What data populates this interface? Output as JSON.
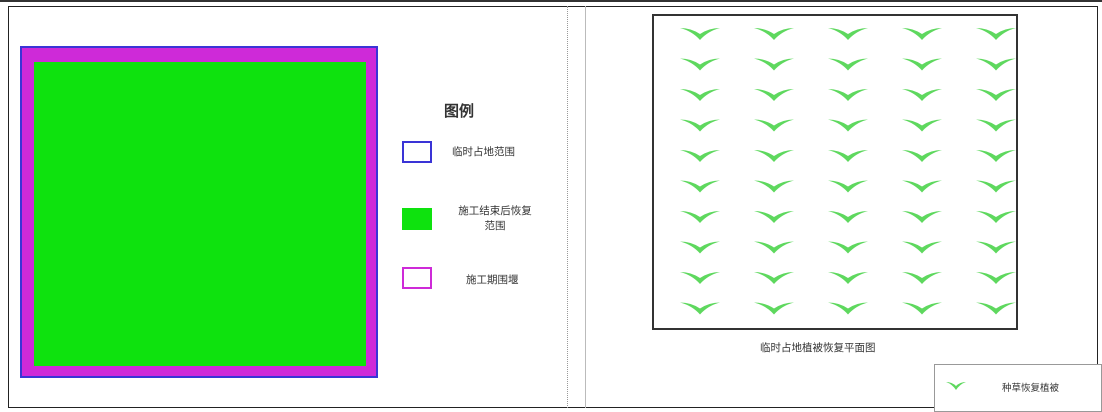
{
  "left_figure": {
    "legend_title": "图例",
    "legend_items": [
      {
        "label": "临时占地范围",
        "color": "#3a34d6"
      },
      {
        "label": "施工结束后恢复范围",
        "color": "#0ee20e"
      },
      {
        "label": "施工期围堰",
        "color": "#ce2ad8"
      }
    ]
  },
  "right_figure": {
    "caption": "临时占地植被恢复平面图",
    "grass_color": "#5ed85e",
    "grass_grid": {
      "rows": 10,
      "cols": 5
    },
    "legend_label": "种草恢复植被"
  }
}
